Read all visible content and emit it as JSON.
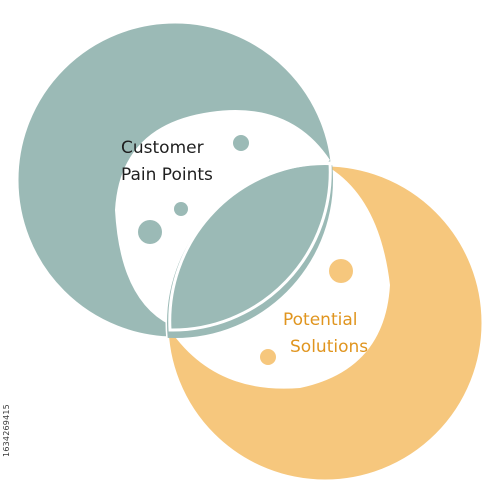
{
  "diagram": {
    "left_circle_label_line1": "Customer",
    "left_circle_label_line2": "Pain Points",
    "right_circle_label_line1": "Potential",
    "right_circle_label_line2": "Solutions",
    "stock_id": "1634269415"
  },
  "colors": {
    "teal": "#9bbab6",
    "orange": "#f6c77d",
    "label_dark": "#1f1f1f",
    "label_orange": "#e0951f",
    "background": "#ffffff"
  }
}
